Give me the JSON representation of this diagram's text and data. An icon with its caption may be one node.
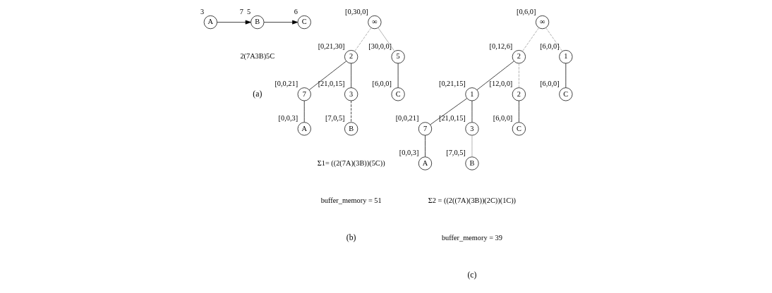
{
  "diagram": {
    "nodes": [
      {
        "text": [
          "A"
        ],
        "beside": [
          "3"
        ]
      },
      {
        "text": [
          "B"
        ],
        "beside": [
          "7",
          "5"
        ]
      },
      {
        "text": [
          "C"
        ],
        "beside": [
          "6"
        ]
      },
      {
        "text": [
          "∞"
        ],
        "beside": [
          "[0,30,0]"
        ]
      },
      {
        "text": [
          "2"
        ],
        "beside": [
          "[0,21,30]"
        ]
      },
      {
        "text": [
          "5"
        ],
        "beside": [
          "[30,0,0]"
        ]
      },
      {
        "text": [
          "7"
        ],
        "beside": [
          "[0,0,21]"
        ]
      },
      {
        "text": [
          "3"
        ],
        "beside": [
          "[21,0,15]"
        ]
      },
      {
        "text": [
          "C"
        ],
        "beside": [
          "[6,0,0]"
        ]
      },
      {
        "text": [
          "A"
        ],
        "beside": [
          "[0,0,3]"
        ]
      },
      {
        "text": [
          "B"
        ],
        "beside": [
          "[7,0,5]"
        ]
      },
      {
        "text": [
          "∞"
        ],
        "beside": [
          "[0,6,0]"
        ]
      },
      {
        "text": [
          "2"
        ],
        "beside": [
          "[0,12,6]"
        ]
      },
      {
        "text": [
          "1"
        ],
        "beside": [
          "[6,0,0]"
        ]
      },
      {
        "text": [
          "1"
        ],
        "beside": [
          "[0,21,15]"
        ]
      },
      {
        "text": [
          "2"
        ],
        "beside": [
          "[12,0,0]"
        ]
      },
      {
        "text": [
          "C"
        ],
        "beside": [
          "[6,0,0]"
        ]
      },
      {
        "text": [
          "7"
        ],
        "beside": [
          "[0,0,21]"
        ]
      },
      {
        "text": [
          "3"
        ],
        "beside": [
          "[21,0,15]"
        ]
      },
      {
        "text": [
          "C"
        ],
        "beside": [
          "[6,0,0]"
        ]
      },
      {
        "text": [
          "A"
        ],
        "beside": [
          "[0,0,3]"
        ]
      },
      {
        "text": [
          "B"
        ],
        "beside": [
          "[7,0,5]"
        ]
      }
    ],
    "edges": [
      {
        "from": 0,
        "to": 1,
        "arrow": "to"
      },
      {
        "from": 1,
        "to": 2,
        "arrow": "to"
      },
      {
        "from": 3,
        "to": 4,
        "arrow": "none",
        "style": "dashed",
        "color": "#999999"
      },
      {
        "from": 3,
        "to": 5,
        "arrow": "none",
        "color": "#999999"
      },
      {
        "from": 4,
        "to": 6,
        "arrow": "none"
      },
      {
        "from": 4,
        "to": 7,
        "arrow": "none"
      },
      {
        "from": 5,
        "to": 8,
        "arrow": "none"
      },
      {
        "from": 6,
        "to": 9,
        "arrow": "none"
      },
      {
        "from": 7,
        "to": 10,
        "arrow": "none",
        "style": "dashed"
      },
      {
        "from": 11,
        "to": 12,
        "arrow": "none",
        "style": "dashed",
        "color": "#999999"
      },
      {
        "from": 11,
        "to": 13,
        "arrow": "none",
        "style": "dashed",
        "color": "#999999"
      },
      {
        "from": 12,
        "to": 14,
        "arrow": "none"
      },
      {
        "from": 12,
        "to": 15,
        "arrow": "none",
        "style": "dashed",
        "color": "#999999"
      },
      {
        "from": 13,
        "to": 16,
        "arrow": "none"
      },
      {
        "from": 14,
        "to": 17,
        "arrow": "none"
      },
      {
        "from": 14,
        "to": 18,
        "arrow": "none"
      },
      {
        "from": 15,
        "to": 19,
        "arrow": "none"
      },
      {
        "from": 17,
        "to": 20,
        "arrow": "none"
      },
      {
        "from": 18,
        "to": 21,
        "arrow": "none",
        "color": "#999999"
      }
    ],
    "labels": [
      "2(7A3B)5C",
      "(a)",
      "Σ1= ((2(7A)(3B))(5C))",
      "buffer_memory = 51",
      "(b)",
      "Σ2 = ((2((7A)(3B))(2C))(1C))",
      "buffer_memory = 39",
      "(c)"
    ]
  }
}
